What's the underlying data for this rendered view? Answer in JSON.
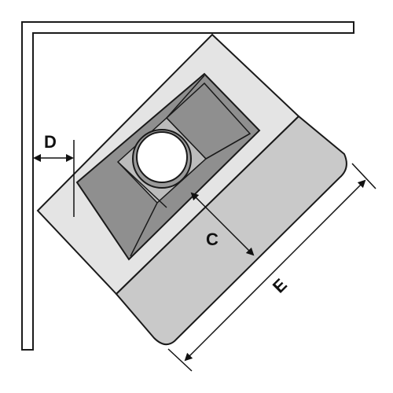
{
  "labels": {
    "d": "D",
    "c": "C",
    "e": "E"
  },
  "colors": {
    "wall_frame": "#1a1a1a",
    "hearth_pad": "#e4e4e4",
    "extension_pad": "#c9c9c9",
    "stove_body": "#8f8f8f",
    "stove_top": "#bcbcbc",
    "flue_collar": "#ffffff",
    "outline": "#1a1a1a"
  },
  "icons": {
    "flue": "flue-collar-circle",
    "arrows": "dimension-arrow"
  }
}
